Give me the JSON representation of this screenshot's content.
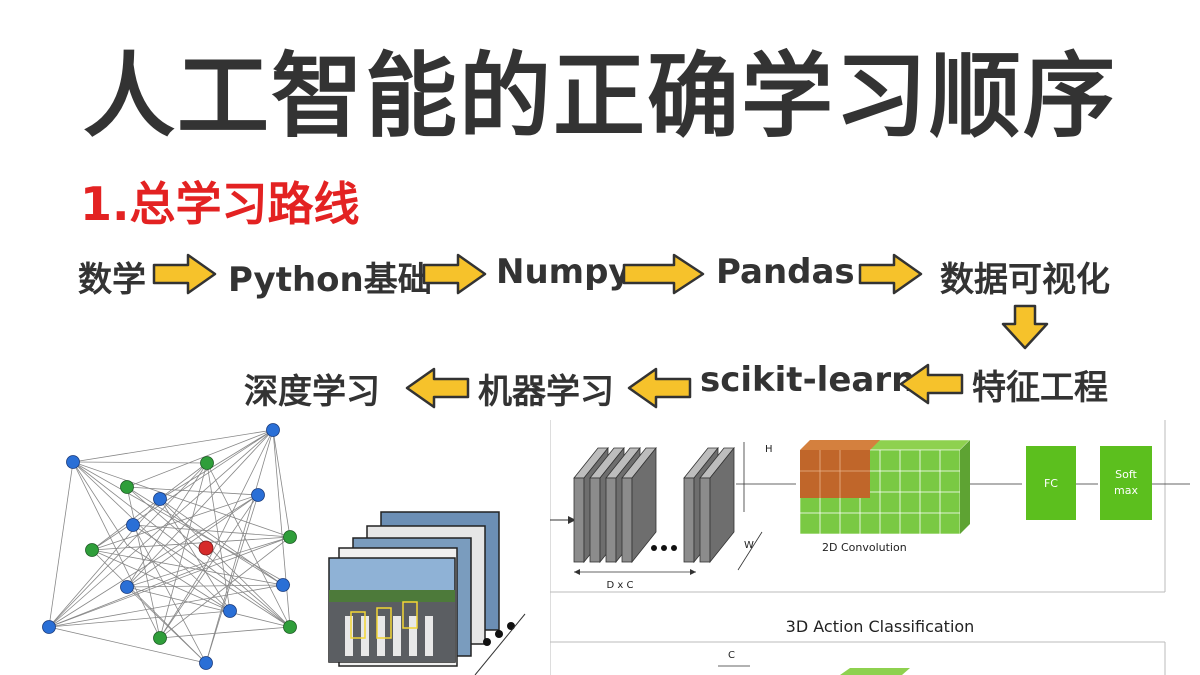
{
  "header": {
    "title": "人工智能的正确学习顺序",
    "subtitle": "1.总学习路线"
  },
  "route": {
    "row1": [
      "数学",
      "Python基础",
      "Numpy",
      "Pandas",
      "数据可视化"
    ],
    "row2": [
      "特征工程",
      "scikit-learn",
      "机器学习",
      "深度学习"
    ]
  },
  "colors": {
    "title": "#333333",
    "subtitle": "#e32222",
    "arrow_fill": "#f6c22b",
    "arrow_stroke": "#333333",
    "node_blue": "#2a6fd6",
    "node_green": "#2f9e3a",
    "node_red": "#d62a2a",
    "grid_green": "#7ac943",
    "grid_orange": "#c0662a",
    "box_green": "#5cbf1e"
  },
  "cnn_panel": {
    "label_h": "H",
    "label_w": "W",
    "label_dxc": "D x C",
    "label_conv": "2D Convolution",
    "label_fc": "FC",
    "label_softmax_1": "Soft",
    "label_softmax_2": "max",
    "label_3d": "3D Action Classification",
    "label_c": "C"
  }
}
